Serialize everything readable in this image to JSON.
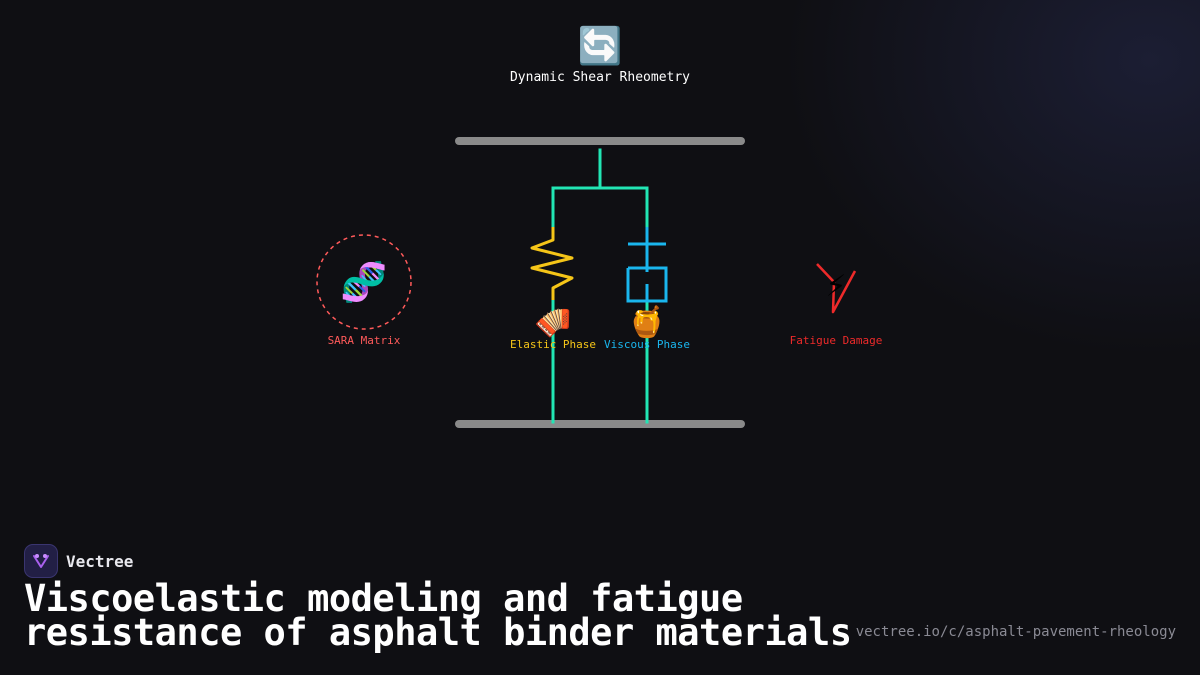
{
  "diagram": {
    "top_label": "Dynamic Shear Rheometry",
    "top_icon": "🔄",
    "left_label": "SARA Matrix",
    "left_icon": "🧬",
    "elastic_label": "Elastic Phase",
    "elastic_icon": "🪗",
    "viscous_label": "Viscous Phase",
    "viscous_icon": "🍯",
    "right_label": "Fatigue Damage",
    "right_icon": "⚡"
  },
  "colors": {
    "plate": "#8a8a8a",
    "frame": "#22e6b4",
    "spring": "#f5c518",
    "dashpot": "#1ab6ee",
    "sara": "#ff5a5a",
    "fatigue": "#ee2a2a"
  },
  "brand": {
    "name": "Vectree"
  },
  "headline": "Viscoelastic modeling and fatigue resistance of asphalt binder materials",
  "url": "vectree.io/c/asphalt-pavement-rheology"
}
